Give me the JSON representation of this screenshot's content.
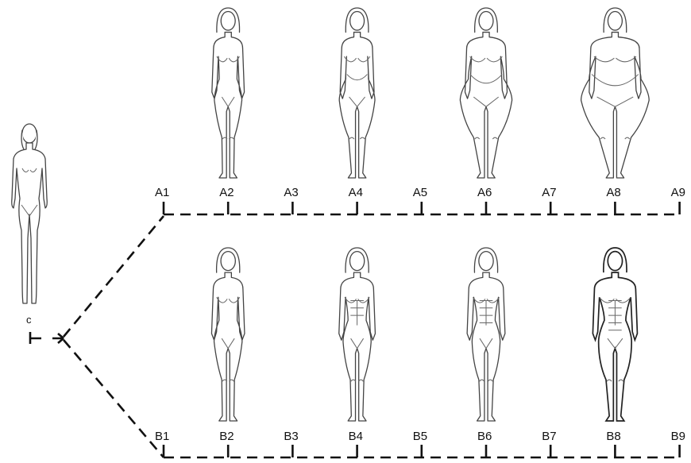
{
  "origin_label": "c",
  "series_a": {
    "labels": [
      "A1",
      "A2",
      "A3",
      "A4",
      "A5",
      "A6",
      "A7",
      "A8",
      "A9"
    ],
    "figures": [
      "A2",
      "A4",
      "A6",
      "A8"
    ]
  },
  "series_b": {
    "labels": [
      "B1",
      "B2",
      "B3",
      "B4",
      "B5",
      "B6",
      "B7",
      "B8",
      "B9"
    ],
    "figures": [
      "B2",
      "B4",
      "B6",
      "B8"
    ]
  }
}
